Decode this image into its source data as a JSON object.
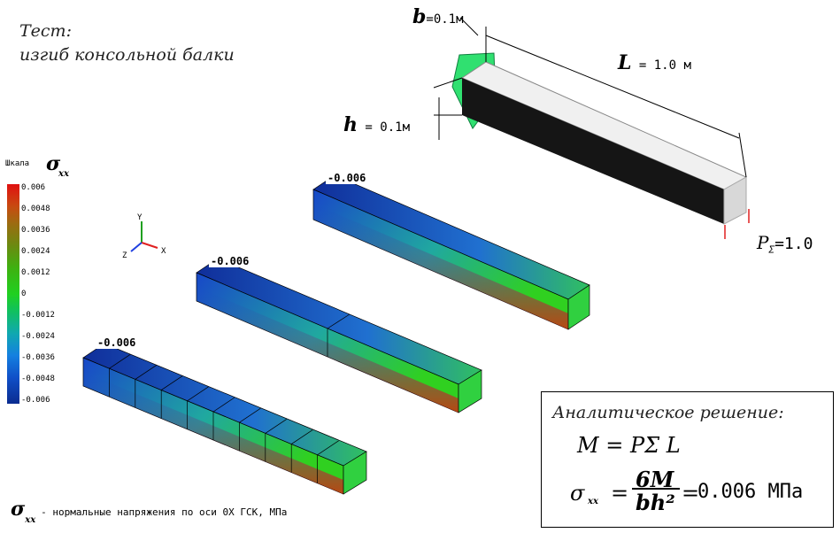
{
  "title": {
    "line1": "Тест:",
    "line2": "изгиб консольной балки"
  },
  "scale": {
    "label": "Шкала",
    "symbol": "σ",
    "subscript": "xx",
    "ticks": [
      "0.006",
      "0.0048",
      "0.0036",
      "0.0024",
      "0.0012",
      "0",
      "-0.0012",
      "-0.0024",
      "-0.0036",
      "-0.0048",
      "-0.006"
    ],
    "colors": {
      "max": "#e01010",
      "zero": "#20d020",
      "min": "#0a2c90"
    }
  },
  "axes": {
    "y": "Y",
    "z": "Z",
    "x": "X"
  },
  "beams": [
    {
      "label": "-0.006",
      "segments": 1
    },
    {
      "label": "-0.006",
      "segments": 2
    },
    {
      "label": "-0.006",
      "segments": 10
    }
  ],
  "dimensions": {
    "b": {
      "symbol": "b",
      "text": "=0.1м"
    },
    "h": {
      "symbol": "h",
      "text": " = 0.1м"
    },
    "L": {
      "symbol": "L",
      "text": " = 1.0 м"
    }
  },
  "load": {
    "symbol": "P",
    "subscript": "Σ",
    "text": "=1.0"
  },
  "legend": {
    "symbol": "σ",
    "subscript": "xx",
    "text": "- нормальные напряжения по оси 0X ГСК, МПа"
  },
  "analytic": {
    "heading": "Аналитическое решение:",
    "formula1": "M = PΣ L",
    "formula2_num": "6M",
    "formula2_den": "bh²",
    "result": "0.006 МПа"
  }
}
